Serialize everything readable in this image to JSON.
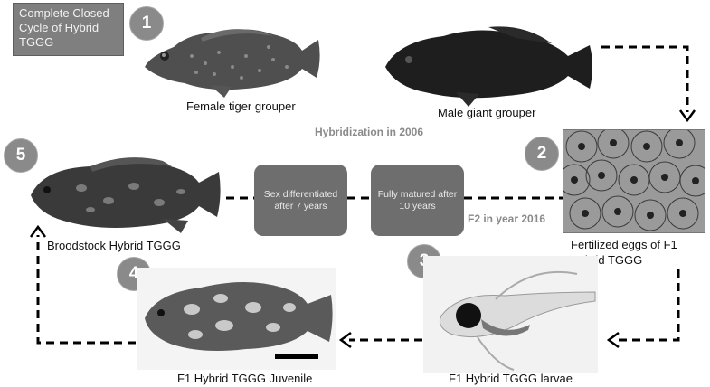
{
  "title_box": {
    "text": "Complete Closed Cycle of Hybrid TGGG"
  },
  "steps": {
    "step1": {
      "number": "1",
      "female_label": "Female tiger grouper",
      "male_label": "Male giant grouper"
    },
    "step2": {
      "number": "2",
      "label": "Fertilized eggs of F1 Hybrid TGGG"
    },
    "step3": {
      "number": "3",
      "label": "F1 Hybrid TGGG larvae"
    },
    "step4": {
      "number": "4",
      "label": "F1 Hybrid TGGG Juvenile"
    },
    "step5": {
      "number": "5",
      "label": "Broodstock Hybrid TGGG"
    }
  },
  "annotations": {
    "hybridization": "Hybridization in 2006",
    "f2": "F2 in  year 2016"
  },
  "stage_boxes": {
    "sex": "Sex differentiated after 7 years",
    "matured": "Fully matured after 10 years"
  },
  "colors": {
    "badge": "#8a8a8a",
    "stage_box": "#6e6e6e",
    "title_box": "#7f7f7f",
    "annotation_text": "#8a8a8a",
    "arrow": "#000000"
  }
}
